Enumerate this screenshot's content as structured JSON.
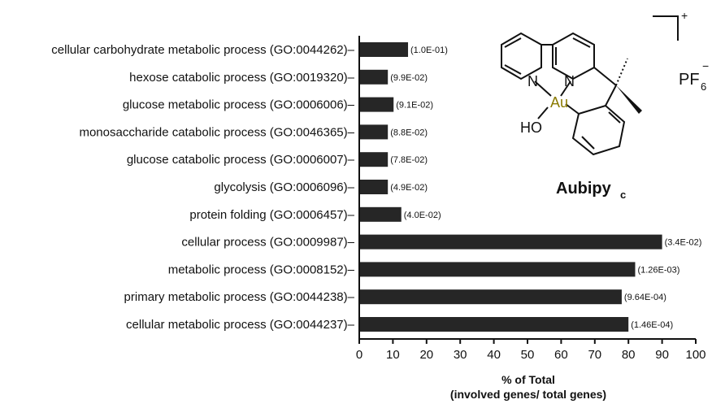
{
  "chart_data": {
    "type": "bar",
    "orientation": "horizontal",
    "categories": [
      "cellular carbohydrate metabolic process (GO:0044262)",
      "hexose catabolic process (GO:0019320)",
      "glucose metabolic process (GO:0006006)",
      "monosaccharide catabolic process (GO:0046365)",
      "glucose catabolic process (GO:0006007)",
      "glycolysis (GO:0006096)",
      "protein folding (GO:0006457)",
      "cellular process (GO:0009987)",
      "metabolic process (GO:0008152)",
      "primary metabolic process (GO:0044238)",
      "cellular metabolic process (GO:0044237)"
    ],
    "values": [
      14.5,
      8.5,
      10.2,
      8.5,
      8.5,
      8.5,
      12.5,
      90,
      82,
      78,
      80
    ],
    "annotations": [
      "(1.0E-01)",
      "(9.9E-02)",
      "(9.1E-02)",
      "(8.8E-02)",
      "(7.8E-02)",
      "(4.9E-02)",
      "(4.0E-02)",
      "(3.4E-02)",
      "(1.26E-03)",
      "(9.64E-04)",
      "(1.46E-04)"
    ],
    "xlim": [
      0,
      100
    ],
    "xticks": [
      0,
      10,
      20,
      30,
      40,
      50,
      60,
      70,
      80,
      90,
      100
    ],
    "xlabel_line1": "% of Total",
    "xlabel_line2": "(involved genes/ total genes)",
    "bar_color": "#262626",
    "grid": false
  },
  "molecule": {
    "name": "Aubipy",
    "name_subscript": "c",
    "metal": "Au",
    "ligand_atom": "N",
    "hydroxy": "HO",
    "counterion": "PF",
    "counterion_subscript": "6",
    "counterion_charge": "−",
    "charge": "+"
  }
}
